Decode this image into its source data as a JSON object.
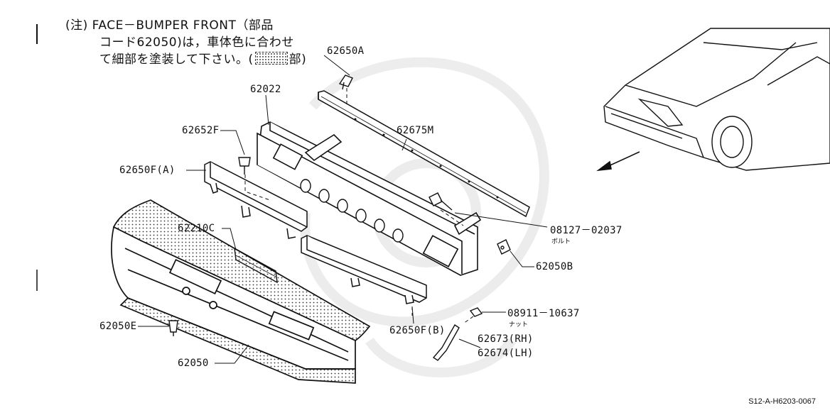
{
  "note": {
    "line1": "(注) FACE－BUMPER FRONT（部品",
    "line2": "コード62050)は，車体色に合わせ",
    "line3_a": "て細部を塗装して下さい。(",
    "line3_b": "部)"
  },
  "parts": {
    "p62650A": "62650A",
    "p62022": "62022",
    "p62675M": "62675M",
    "p62652F": "62652F",
    "p62650FA": "62650F(A)",
    "p08127": "08127－02037",
    "p08127_sub": "ボルト",
    "p62210C": "62210C",
    "p62050B": "62050B",
    "p08911": "08911－10637",
    "p08911_sub": "ナット",
    "p62050E": "62050E",
    "p62650FB": "62650F(B)",
    "p62673": "62673(RH)",
    "p62674": "62674(LH)",
    "p62050": "62050"
  },
  "diagram_code": "S12-A-H6203-0067"
}
